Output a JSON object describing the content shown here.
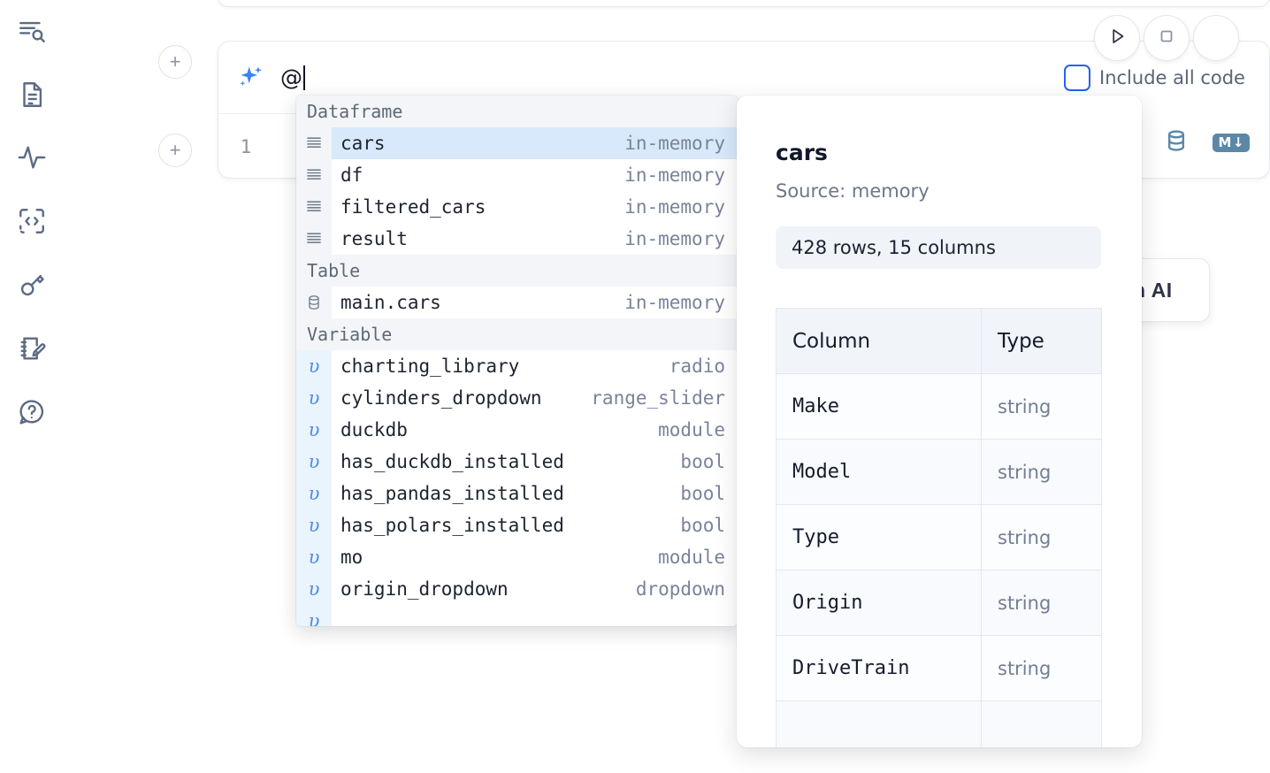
{
  "sidebar": {
    "items": [
      {
        "name": "explore-icon",
        "label": "Explore"
      },
      {
        "name": "document-icon",
        "label": "Notebook"
      },
      {
        "name": "activity-icon",
        "label": "Activity"
      },
      {
        "name": "code-icon",
        "label": "Snippets"
      },
      {
        "name": "key-icon",
        "label": "Secrets"
      },
      {
        "name": "notebook-pen-icon",
        "label": "Scratchpad"
      },
      {
        "name": "help-chat-icon",
        "label": "Help"
      }
    ]
  },
  "gutter": {
    "add_cell_label": "+"
  },
  "ai_cell": {
    "icon_name": "sparkle-icon",
    "prompt_value": "@",
    "include_all_code_label": "Include all code",
    "include_all_code_checked": false,
    "run_button_label": "run-icon",
    "stop_button_label": "stop-icon",
    "line_number": "1",
    "tools": {
      "database_label": "database-icon",
      "markdown_label": "M",
      "markdown_arrow": "↓"
    }
  },
  "background_card": {
    "text": "h AI"
  },
  "completion": {
    "groups": [
      {
        "label": "Dataframe",
        "icon": "table-rows-icon",
        "icon_kind": "table",
        "items": [
          {
            "name": "cars",
            "kind": "in-memory",
            "selected": true
          },
          {
            "name": "df",
            "kind": "in-memory",
            "selected": false
          },
          {
            "name": "filtered_cars",
            "kind": "in-memory",
            "selected": false
          },
          {
            "name": "result",
            "kind": "in-memory",
            "selected": false
          }
        ]
      },
      {
        "label": "Table",
        "icon": "database-icon",
        "icon_kind": "db",
        "items": [
          {
            "name": "main.cars",
            "kind": "in-memory",
            "selected": false
          }
        ]
      },
      {
        "label": "Variable",
        "icon": "variable-icon",
        "icon_kind": "var",
        "items": [
          {
            "name": "charting_library",
            "kind": "radio",
            "selected": false
          },
          {
            "name": "cylinders_dropdown",
            "kind": "range_slider",
            "selected": false
          },
          {
            "name": "duckdb",
            "kind": "module",
            "selected": false
          },
          {
            "name": "has_duckdb_installed",
            "kind": "bool",
            "selected": false
          },
          {
            "name": "has_pandas_installed",
            "kind": "bool",
            "selected": false
          },
          {
            "name": "has_polars_installed",
            "kind": "bool",
            "selected": false
          },
          {
            "name": "mo",
            "kind": "module",
            "selected": false
          },
          {
            "name": "origin_dropdown",
            "kind": "dropdown",
            "selected": false
          }
        ]
      }
    ]
  },
  "preview": {
    "title": "cars",
    "source": "Source: memory",
    "shape": "428 rows, 15 columns",
    "columns_header": "Column",
    "type_header": "Type",
    "rows": [
      {
        "column": "Make",
        "type": "string"
      },
      {
        "column": "Model",
        "type": "string"
      },
      {
        "column": "Type",
        "type": "string"
      },
      {
        "column": "Origin",
        "type": "string"
      },
      {
        "column": "DriveTrain",
        "type": "string"
      }
    ]
  },
  "colors": {
    "accent_blue": "#3b82f6",
    "selection_blue": "#d8e9fb",
    "variable_blue": "#4a90e2",
    "tool_steel": "#5b87a8",
    "muted_text": "#79839a"
  }
}
